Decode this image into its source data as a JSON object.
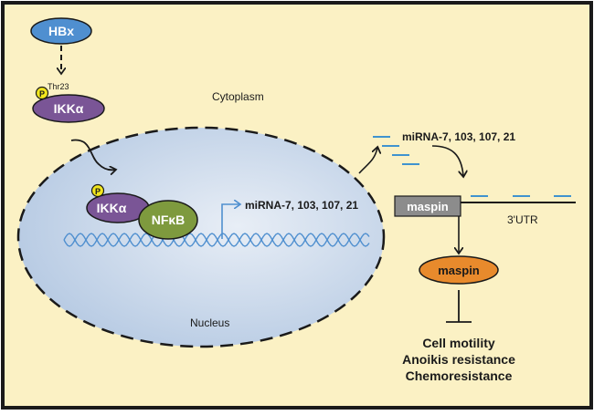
{
  "colors": {
    "background": "#fbf1c4",
    "frame": "#1a1a1a",
    "nucleus_fill": "#c6d6ea",
    "nucleus_highlight": "#e8eef6",
    "hbx": "#4f8fd0",
    "ikk": "#7a5596",
    "nfkb": "#7e9a3e",
    "phospho": "#f2e61e",
    "dna": "#4f8fcf",
    "mirna_dash": "#3f93cf",
    "maspin_box": "#8c8c8c",
    "maspin_protein": "#e88a2c",
    "text": "#1a1a1a",
    "white_text": "#ffffff"
  },
  "labels": {
    "hbx": "HBx",
    "thr23": "Thr23",
    "phospho": "P",
    "ikk_alpha": "IKKα",
    "nfkb": "NFκB",
    "cytoplasm": "Cytoplasm",
    "nucleus": "Nucleus",
    "mirna_nuclear": "miRNA-7, 103, 107, 21",
    "mirna_cyto": "miRNA-7, 103, 107, 21",
    "maspin_gene": "maspin",
    "utr": "3'UTR",
    "maspin_protein": "maspin",
    "outcomes": [
      "Cell motility",
      "Anoikis resistance",
      "Chemoresistance"
    ]
  }
}
